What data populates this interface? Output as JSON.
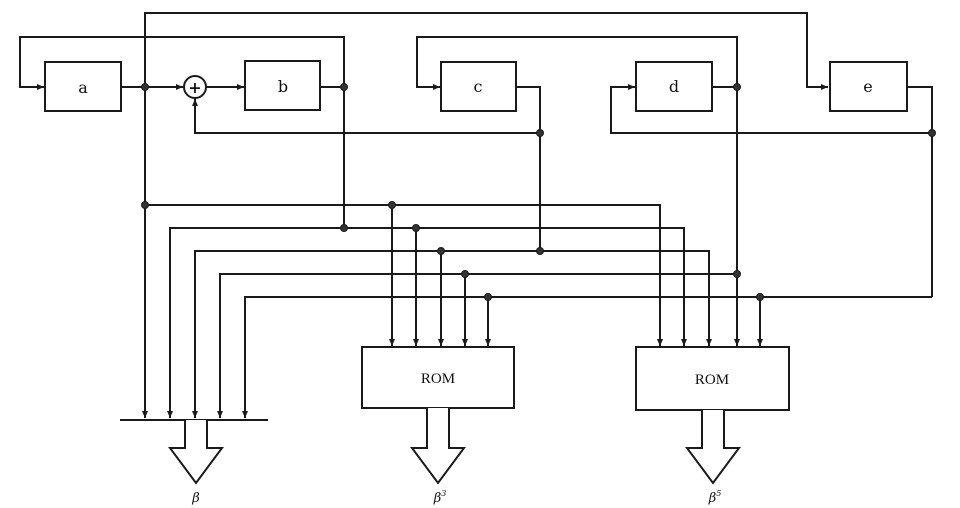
{
  "blocks": {
    "a": "a",
    "b": "b",
    "c": "c",
    "d": "d",
    "e": "e"
  },
  "adder_symbol": "+",
  "rom_labels": [
    "ROM",
    "ROM"
  ],
  "outputs": [
    {
      "base": "β",
      "exp": ""
    },
    {
      "base": "β",
      "exp": "3"
    },
    {
      "base": "β",
      "exp": "5"
    }
  ]
}
